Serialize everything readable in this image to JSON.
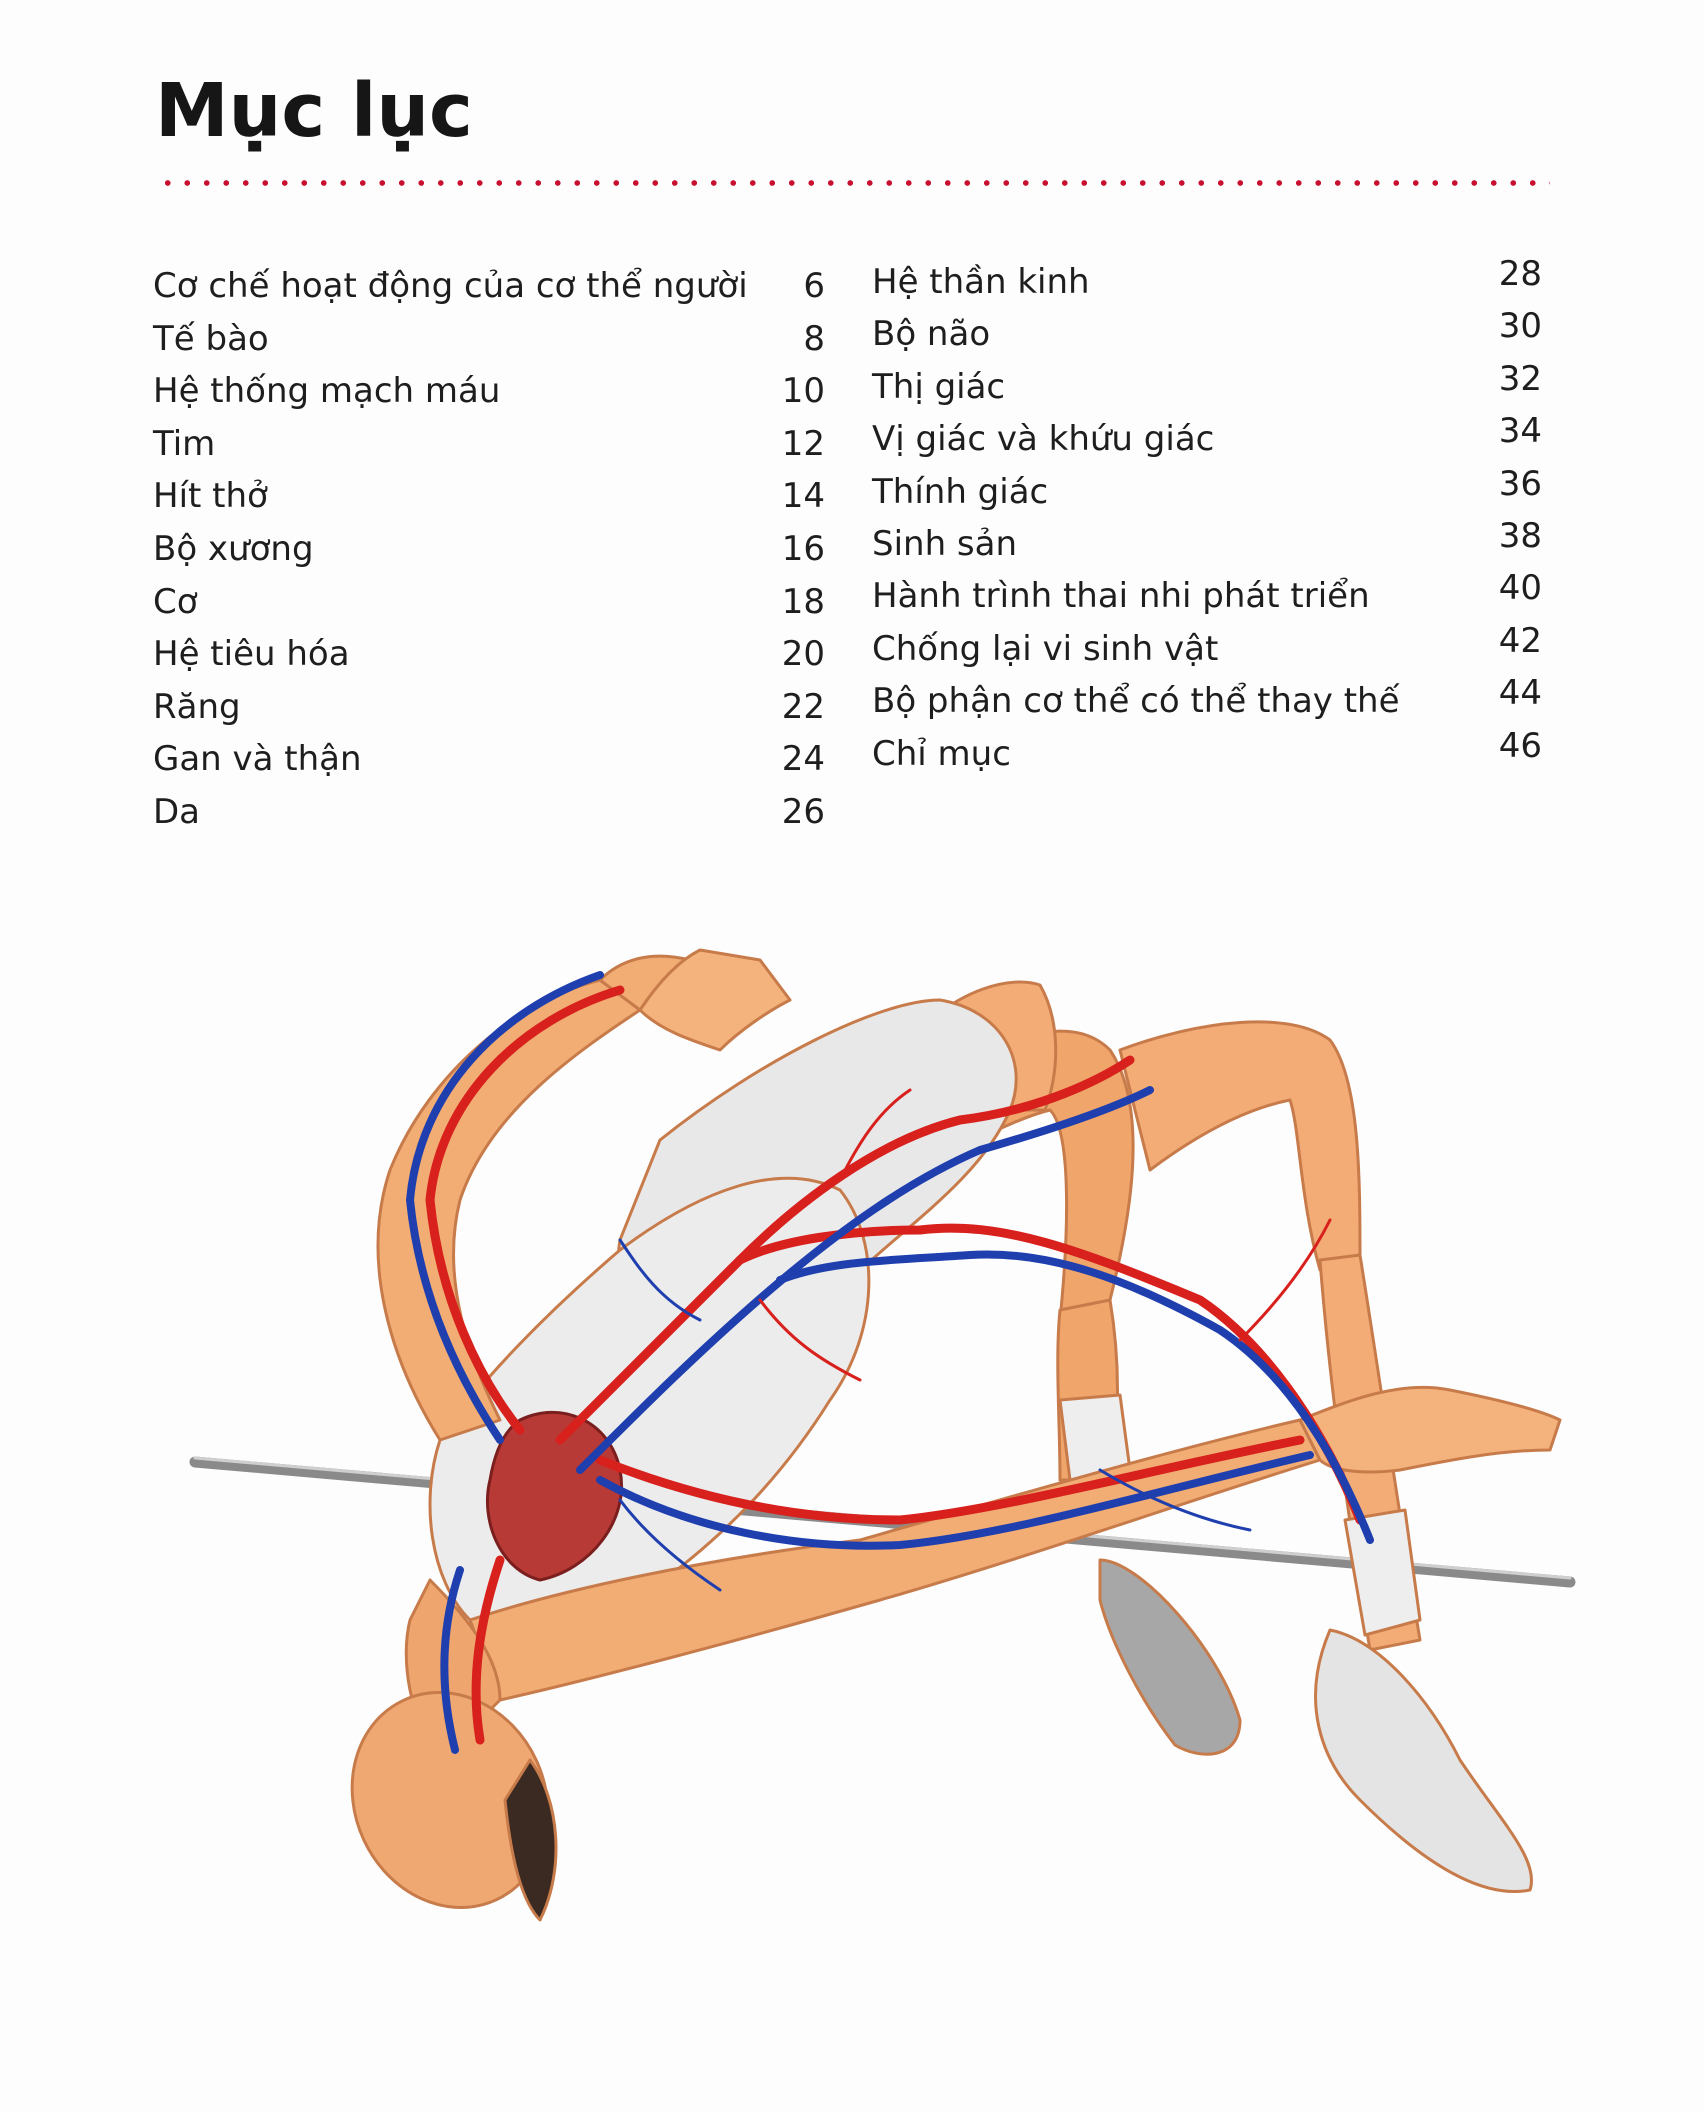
{
  "page": {
    "title": "Mục lục",
    "accent_color": "#c8102e"
  },
  "toc": {
    "left": [
      {
        "label": "Cơ chế hoạt động của cơ thể người",
        "page": "6"
      },
      {
        "label": "Tế bào",
        "page": "8"
      },
      {
        "label": "Hệ thống mạch máu",
        "page": "10"
      },
      {
        "label": "Tim",
        "page": "12"
      },
      {
        "label": "Hít thở",
        "page": "14"
      },
      {
        "label": "Bộ xương",
        "page": "16"
      },
      {
        "label": "Cơ",
        "page": "18"
      },
      {
        "label": "Hệ tiêu hóa",
        "page": "20"
      },
      {
        "label": "Răng",
        "page": "22"
      },
      {
        "label": "Gan và thận",
        "page": "24"
      },
      {
        "label": "Da",
        "page": "26"
      }
    ],
    "right": [
      {
        "label": "Hệ thần kinh",
        "page": "28"
      },
      {
        "label": "Bộ não",
        "page": "30"
      },
      {
        "label": "Thị giác",
        "page": "32"
      },
      {
        "label": "Vị giác và khứu giác",
        "page": "34"
      },
      {
        "label": "Thính giác",
        "page": "36"
      },
      {
        "label": "Sinh sản",
        "page": "38"
      },
      {
        "label": "Hành trình thai nhi phát triển",
        "page": "40"
      },
      {
        "label": "Chống lại vi sinh vật",
        "page": "42"
      },
      {
        "label": "Bộ phận cơ thể có thể thay thế",
        "page": "44"
      },
      {
        "label": "Chỉ mục",
        "page": "46"
      }
    ]
  },
  "illustration": {
    "icon": "high-jumper-circulatory-system-illustration",
    "artery_color": "#d8201c",
    "vein_color": "#1f3fae",
    "skin_color": "#f2ad74",
    "kit_color": "#e9e9ea"
  }
}
